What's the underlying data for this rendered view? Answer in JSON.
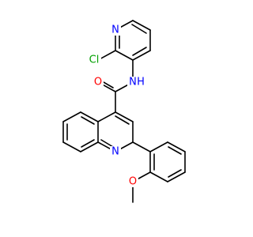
{
  "atoms": [
    {
      "symbol": "N",
      "color": "#0000ff"
    },
    {
      "symbol": "Cl",
      "color": "#00a000"
    },
    {
      "symbol": "O",
      "color": "#ff0000"
    },
    {
      "symbol": "N",
      "color": "#0000ff"
    },
    {
      "symbol": "H",
      "color": "#0000ff"
    },
    {
      "symbol": "N",
      "color": "#0000ff"
    },
    {
      "symbol": "O",
      "color": "#ff0000"
    }
  ],
  "bond_color": "#000000"
}
